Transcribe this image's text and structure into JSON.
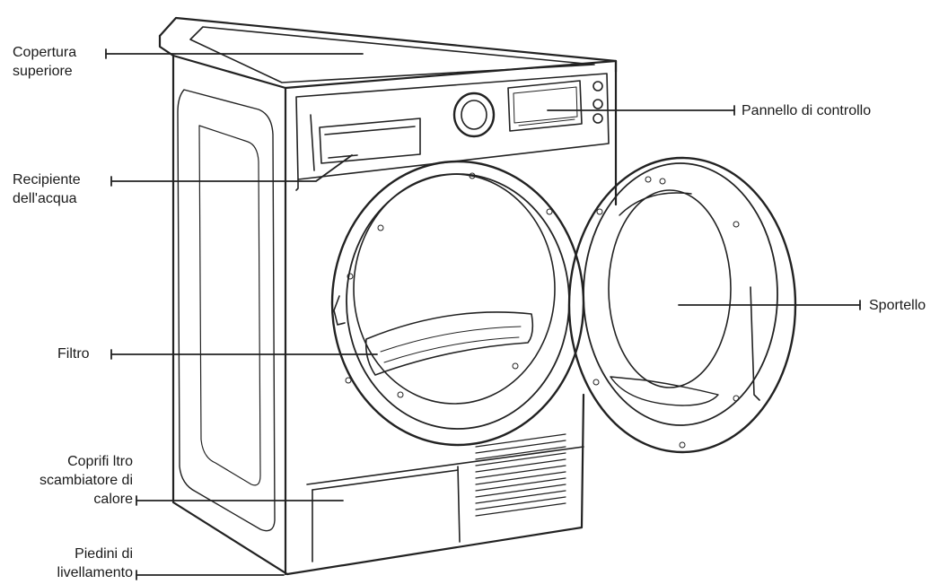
{
  "diagram": {
    "labels": {
      "top_cover": [
        "Copertura",
        "superiore"
      ],
      "water_container": [
        "Recipiente",
        "dell'acqua"
      ],
      "filter": [
        "Filtro"
      ],
      "heat_exchanger_cover": [
        "Coprifi ltro",
        "scambiatore di",
        "calore"
      ],
      "leveling_feet": [
        "Piedini di",
        "livellamento"
      ],
      "control_panel": [
        "Pannello di controllo"
      ],
      "door": [
        "Sportello"
      ]
    }
  }
}
